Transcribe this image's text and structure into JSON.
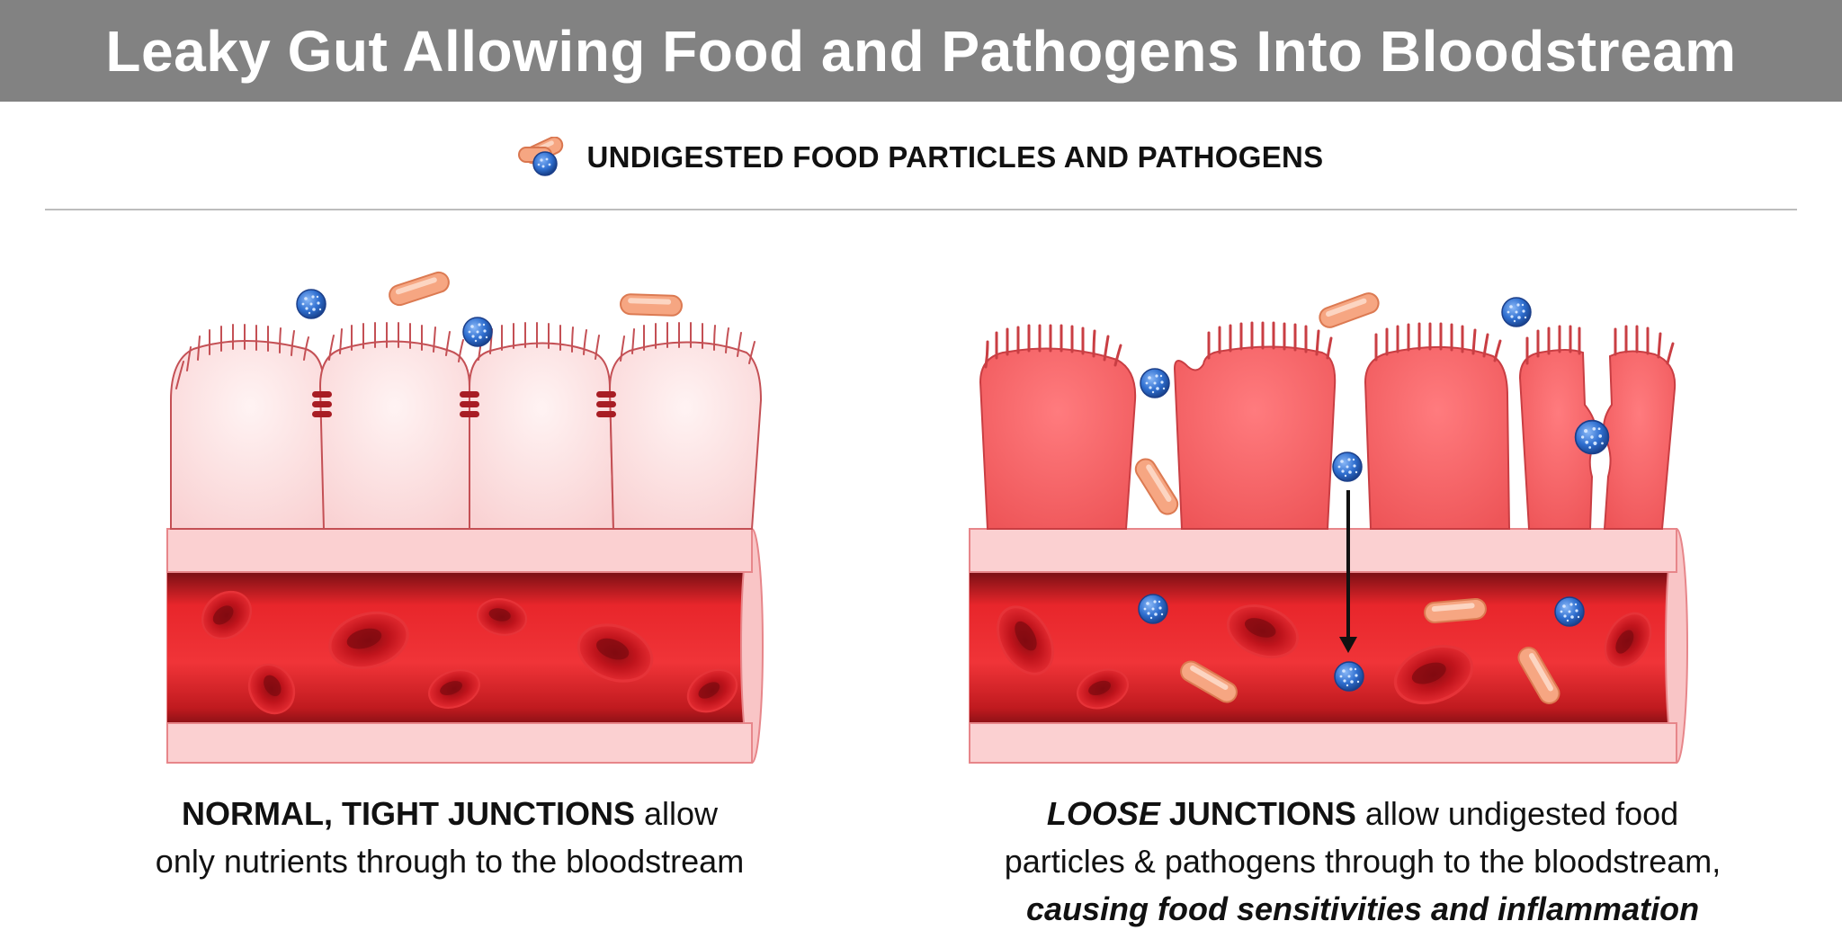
{
  "header": {
    "title": "Leaky Gut Allowing Food and Pathogens Into Bloodstream"
  },
  "legend": {
    "icon": "food-particle-and-pathogen-icon",
    "label": "UNDIGESTED FOOD PARTICLES AND PATHOGENS"
  },
  "panels": [
    {
      "caption_bold": "NORMAL, TIGHT JUNCTIONS",
      "caption_rest_line1": " allow",
      "caption_line2": "only nutrients through to the bloodstream"
    },
    {
      "caption_bold_italic": "LOOSE",
      "caption_bold": " JUNCTIONS",
      "caption_rest_line1": " allow undigested food",
      "caption_line2": "particles & pathogens through to the bloodstream,",
      "caption_line3": "causing food sensitivities and inflammation"
    }
  ],
  "colors": {
    "title_bar": "#828282",
    "healthy_cell": "#fde4e4",
    "inflamed_cell": "#f36467",
    "vessel_wall": "#f9c5c6",
    "blood": "#e8262b",
    "red_blood_cell": "#c0141c",
    "pathogen": "#2f6fd0",
    "food_particle": "#f6a682"
  }
}
